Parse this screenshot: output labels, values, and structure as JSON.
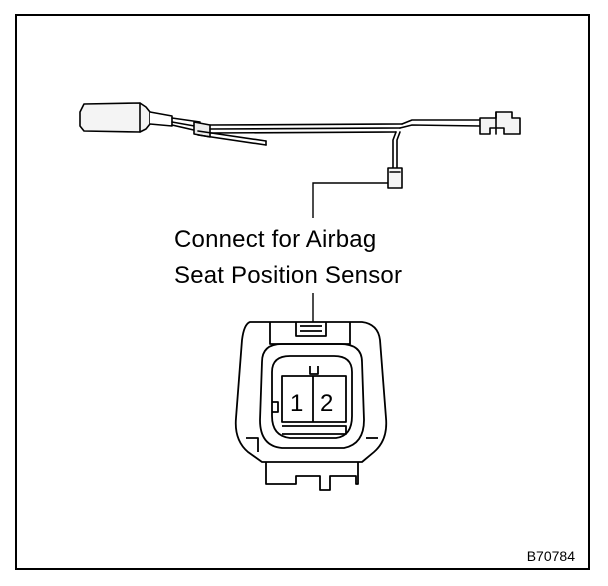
{
  "diagram": {
    "callout_line1": "Connect for Airbag",
    "callout_line2": "Seat Position Sensor",
    "figure_code": "B70784",
    "connector_pins": [
      "1",
      "2"
    ]
  }
}
